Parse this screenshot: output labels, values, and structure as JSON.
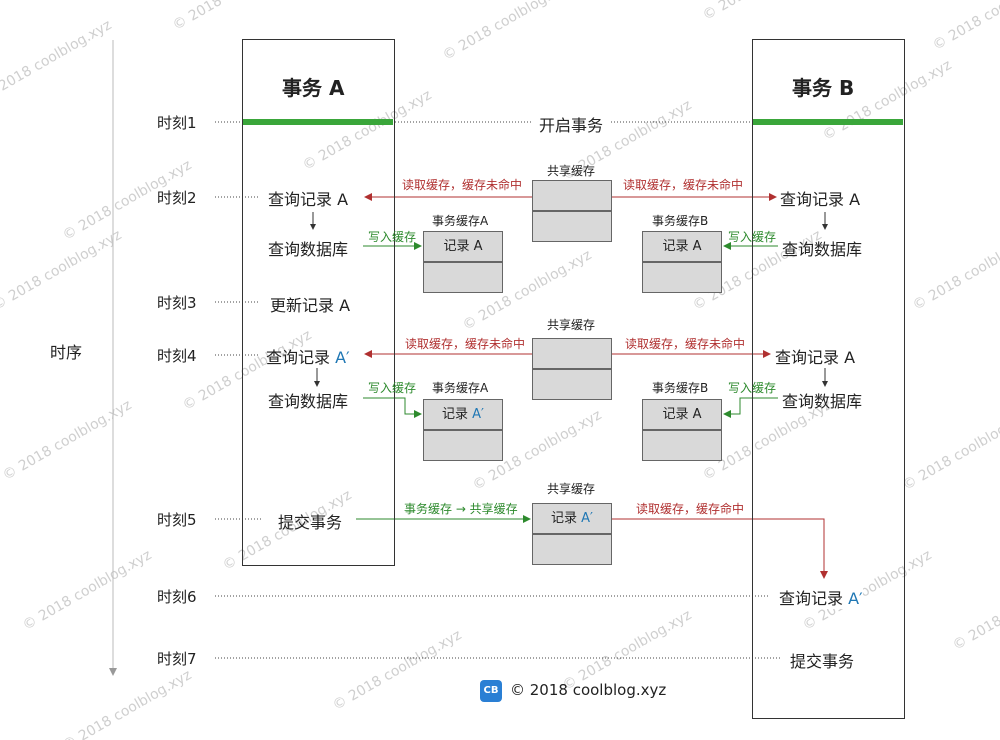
{
  "txA": {
    "title": "事务 A"
  },
  "txB": {
    "title": "事务 B"
  },
  "timeline_label": "时序",
  "times": [
    "时刻1",
    "时刻2",
    "时刻3",
    "时刻4",
    "时刻5",
    "时刻6",
    "时刻7"
  ],
  "start_tx": "开启事务",
  "shared_cache": "共享缓存",
  "tx_cache_a": "事务缓存A",
  "tx_cache_b": "事务缓存B",
  "ops": {
    "query_a": "查询记录 A",
    "query_a_prime_prefix": "查询记录 ",
    "a_prime": "A′",
    "query_db": "查询数据库",
    "update_a": "更新记录 A",
    "commit": "提交事务"
  },
  "records": {
    "rec_a": "记录 A",
    "rec_prefix": "记录 ",
    "a_prime": "A′"
  },
  "arrows": {
    "read_miss": "读取缓存，缓存未命中",
    "write_cache": "写入缓存",
    "tx_to_shared": "事务缓存 → 共享缓存",
    "read_hit": "读取缓存，缓存命中"
  },
  "watermark": "© 2018 coolblog.xyz",
  "footer": {
    "logo": "CB",
    "copyright": "© 2018 coolblog.xyz"
  },
  "colors": {
    "green": "#2d8a2d",
    "red": "#b03030",
    "blue": "#1f77b4",
    "cell": "#d9d9d9",
    "bar": "#3aa63a"
  }
}
